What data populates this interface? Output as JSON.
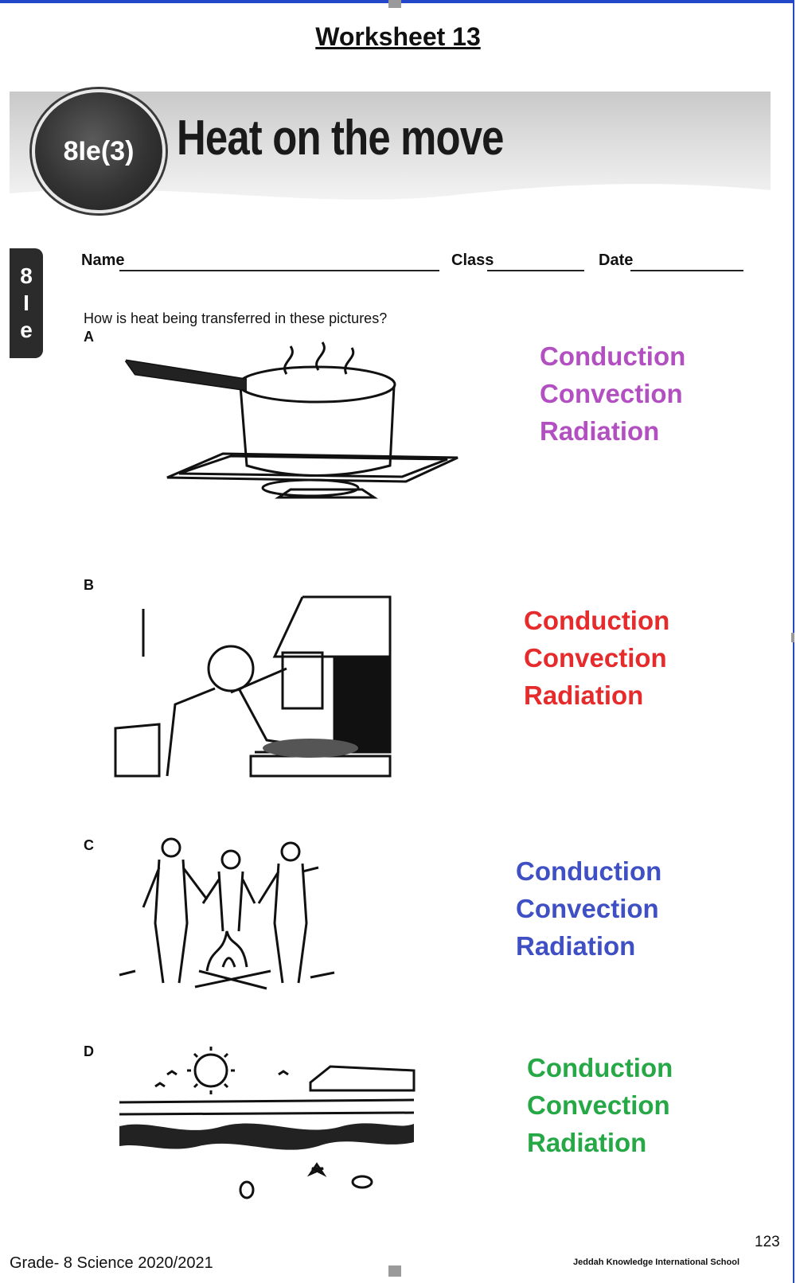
{
  "worksheet_title": "Worksheet 13",
  "badge_code": "8Ie(3)",
  "topic_title": "Heat on the move",
  "side_tab": [
    "8",
    "I",
    "e"
  ],
  "fields": {
    "name": "Name",
    "class": "Class",
    "date": "Date"
  },
  "question": "How is heat being transferred in these pictures?",
  "items": [
    {
      "letter": "A",
      "illustration": "pan-on-stove-icon",
      "choices": [
        "Conduction",
        "Convection",
        "Radiation"
      ],
      "color": "#b24fc1"
    },
    {
      "letter": "B",
      "illustration": "blacksmith-forge-icon",
      "choices": [
        "Conduction",
        "Convection",
        "Radiation"
      ],
      "color": "#e52b2b"
    },
    {
      "letter": "C",
      "illustration": "campfire-people-icon",
      "choices": [
        "Conduction",
        "Convection",
        "Radiation"
      ],
      "color": "#3f4fc4"
    },
    {
      "letter": "D",
      "illustration": "beach-sun-icon",
      "choices": [
        "Conduction",
        "Convection",
        "Radiation"
      ],
      "color": "#27a847"
    }
  ],
  "footer": {
    "left": "Grade- 8 Science 2020/2021",
    "page_number": "123",
    "school": "Jeddah Knowledge International School"
  }
}
